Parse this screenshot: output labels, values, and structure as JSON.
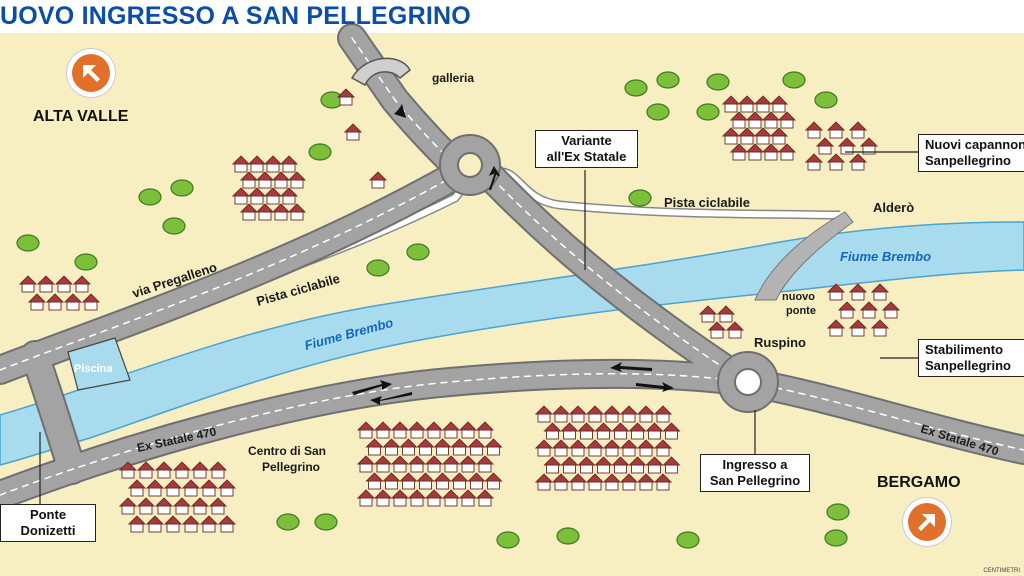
{
  "title": "UOVO INGRESSO A SAN PELLEGRINO",
  "colors": {
    "land": "#f7eec1",
    "river": "#a9dbee",
    "road": "#a3a3a3",
    "accent": "#e0702a",
    "title": "#0a4ea8"
  },
  "directions": {
    "alta_valle": {
      "label": "ALTA VALLE",
      "icon": "arrow-up-left-icon"
    },
    "bergamo": {
      "label": "BERGAMO",
      "icon": "arrow-up-right-icon"
    }
  },
  "labels": {
    "galleria": "galleria",
    "via_pregalleno": "via Pregalleno",
    "pista_ciclabile_1": "Pista ciclabile",
    "pista_ciclabile_2": "Pista ciclabile",
    "fiume_brembo_1": "Fiume Brembo",
    "fiume_brembo_2": "Fiume Brembo",
    "aldero": "Alderò",
    "nuovo_ponte_1": "nuovo",
    "nuovo_ponte_2": "ponte",
    "ruspino": "Ruspino",
    "piscina": "Piscina",
    "ex_statale_1": "Ex Statale 470",
    "ex_statale_2": "Ex Statale 470",
    "centro_1": "Centro di San",
    "centro_2": "Pellegrino"
  },
  "callouts": {
    "variante": [
      "Variante",
      "all'Ex Statale"
    ],
    "capannoni": [
      "Nuovi capannoni",
      "Sanpellegrino"
    ],
    "stabilimento": [
      "Stabilimento",
      "Sanpellegrino"
    ],
    "ingresso": [
      "Ingresso a",
      "San Pellegrino"
    ],
    "ponte_donizetti": [
      "Ponte",
      "Donizetti"
    ]
  },
  "credit": "CENTIMETRI"
}
